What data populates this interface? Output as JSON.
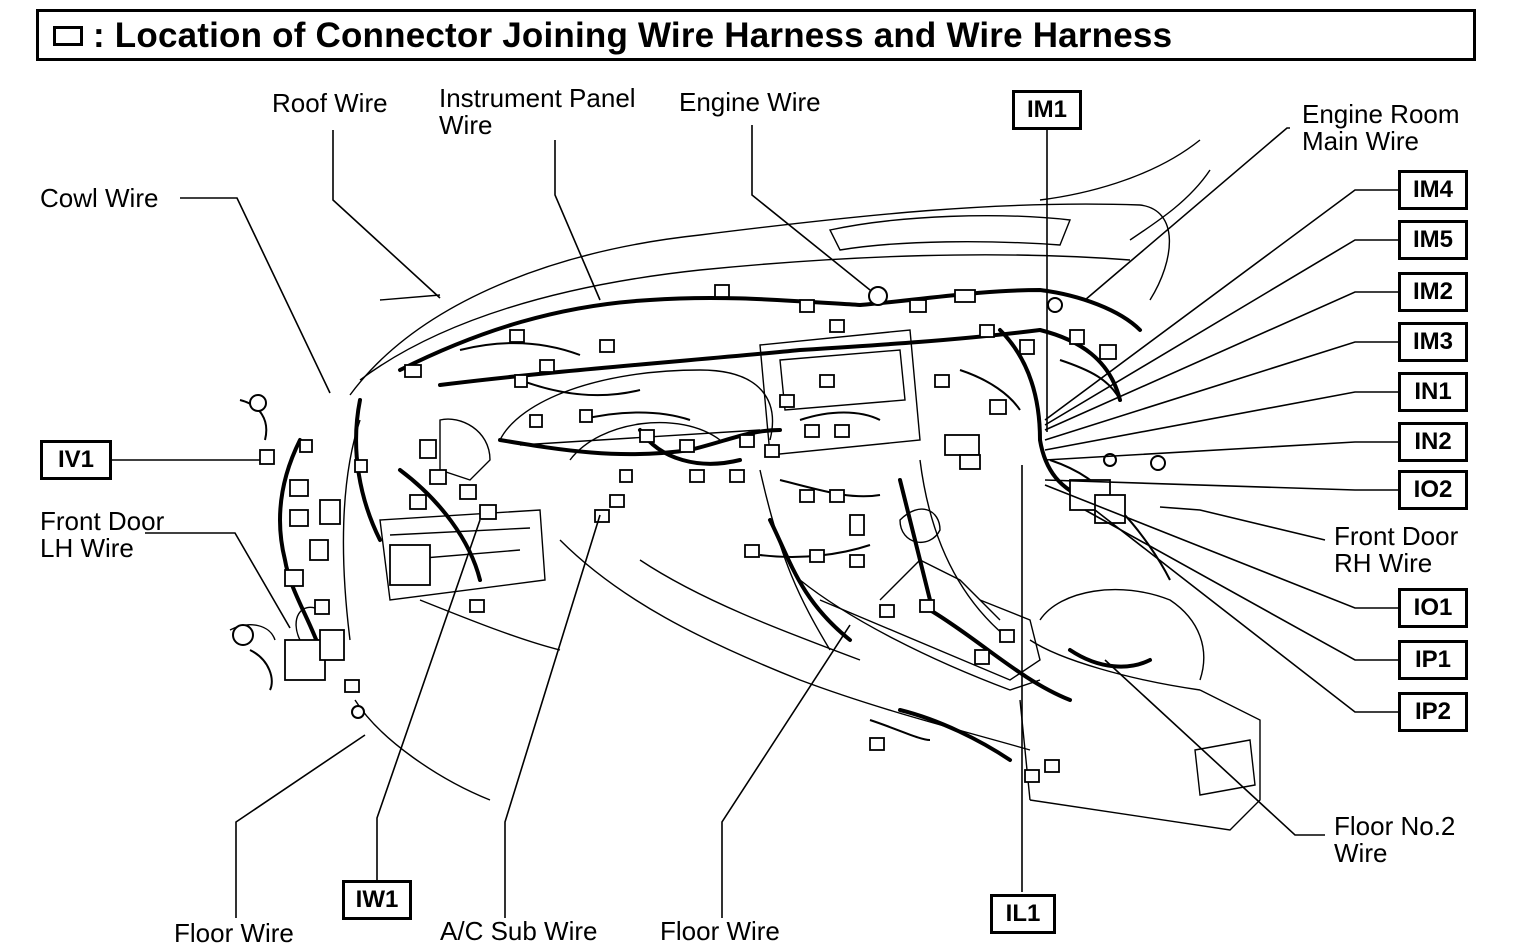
{
  "title": ": Location of Connector Joining Wire Harness and Wire Harness",
  "wire_labels": {
    "roof": "Roof Wire",
    "instrument_panel": "Instrument Panel\nWire",
    "engine": "Engine Wire",
    "engine_room_main": "Engine Room\nMain Wire",
    "cowl": "Cowl Wire",
    "front_door_lh": "Front Door\nLH Wire",
    "front_door_rh": "Front Door\nRH Wire",
    "floor_left": "Floor Wire",
    "ac_sub": "A/C Sub Wire",
    "floor_center": "Floor Wire",
    "floor_no2": "Floor No.2\nWire"
  },
  "connector_codes": {
    "im1": "IM1",
    "im4": "IM4",
    "im5": "IM5",
    "im2": "IM2",
    "im3": "IM3",
    "in1": "IN1",
    "in2": "IN2",
    "io2": "IO2",
    "io1": "IO1",
    "ip1": "IP1",
    "ip2": "IP2",
    "iv1": "IV1",
    "iw1": "IW1",
    "il1": "IL1"
  }
}
